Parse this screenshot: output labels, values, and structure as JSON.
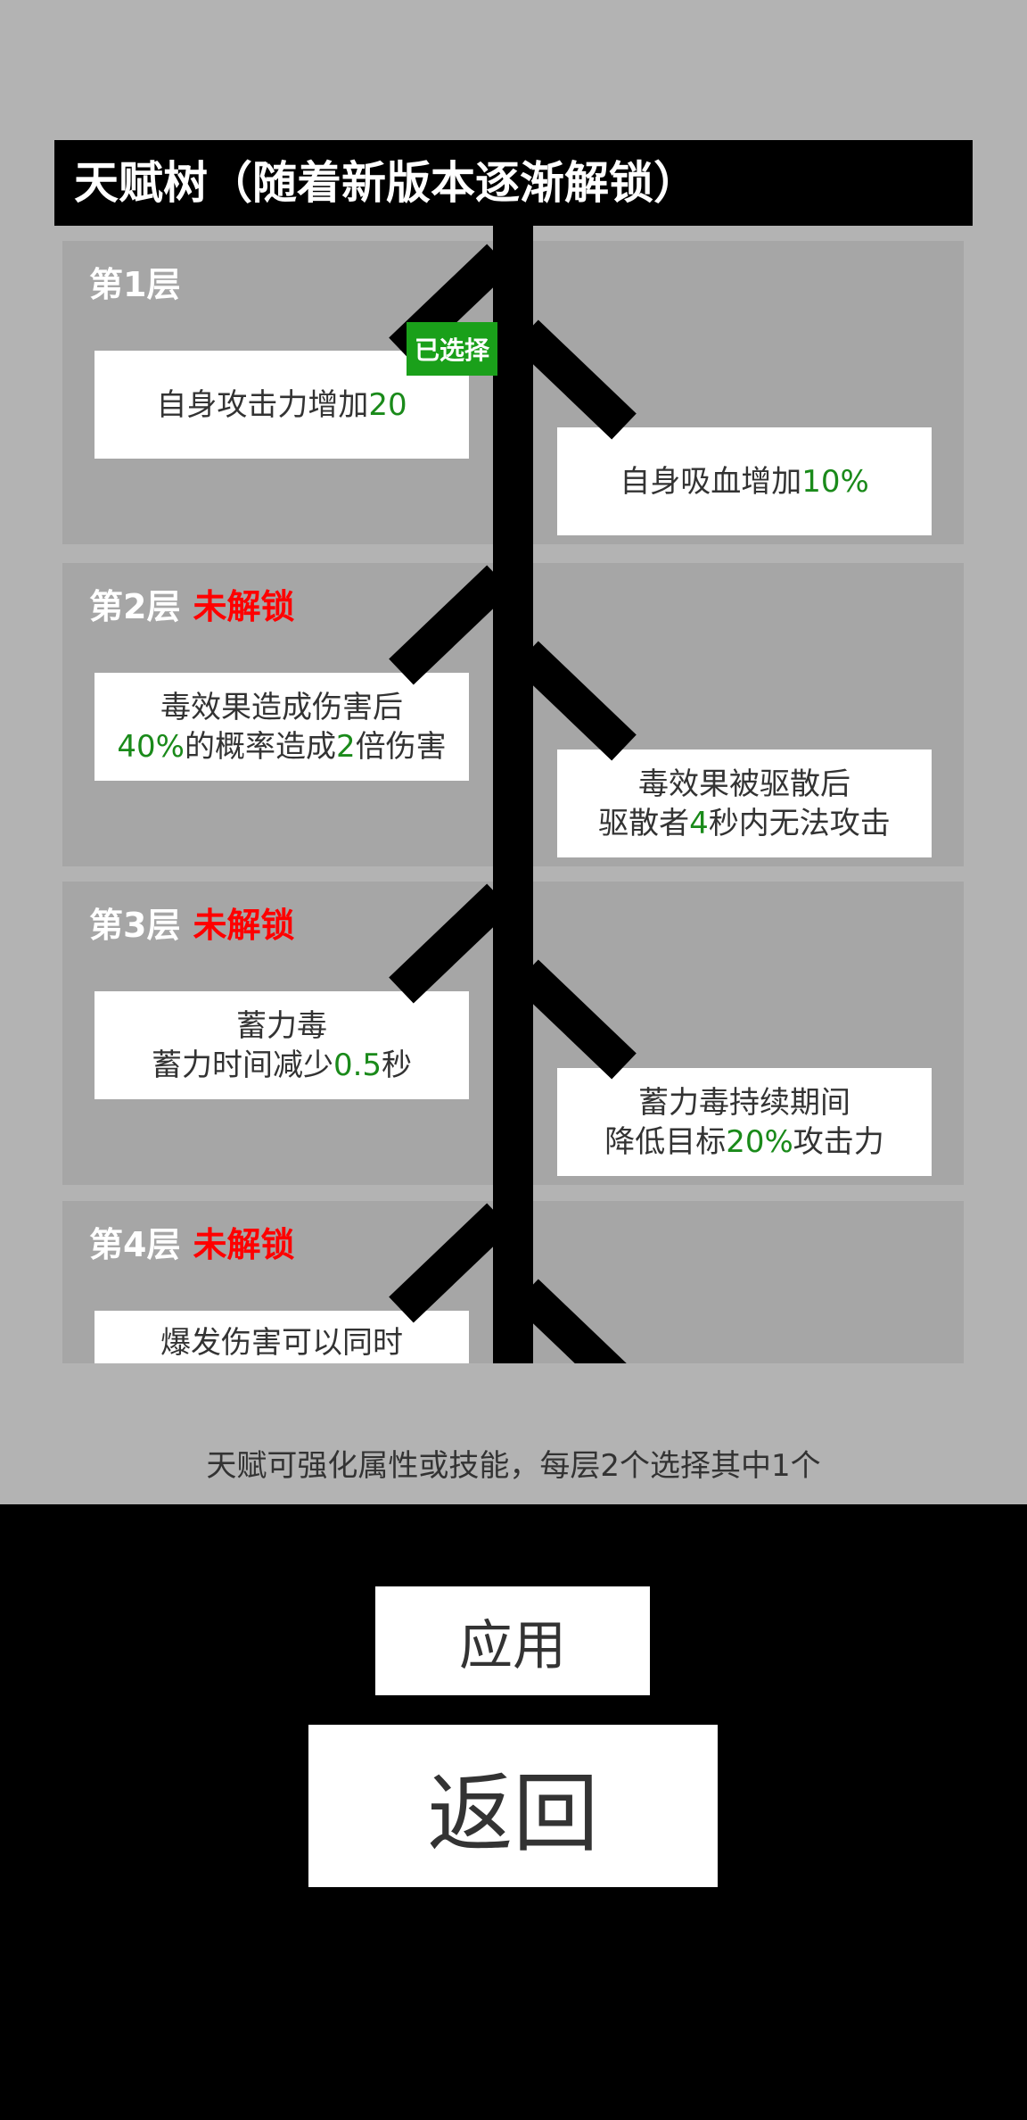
{
  "title": "天赋树（随着新版本逐渐解锁）",
  "colors": {
    "locked": "#ff0000",
    "highlight": "#1a8a1a",
    "badge": "#1aa01a"
  },
  "selected_badge": "已选择",
  "layers": [
    {
      "label": "第1层",
      "locked": "",
      "left": {
        "parts": [
          [
            "自身攻击力增加",
            "20"
          ]
        ]
      },
      "right": {
        "parts": [
          [
            "自身吸血增加",
            "10%"
          ]
        ]
      }
    },
    {
      "label": "第2层",
      "locked": "未解锁",
      "left": {
        "line1": "毒效果造成伤害后",
        "l2a": "40%",
        "l2b": "的概率造成",
        "l2c": "2",
        "l2d": "倍伤害"
      },
      "right": {
        "line1": "毒效果被驱散后",
        "l2a": "驱散者",
        "l2b": "4",
        "l2c": "秒内无法攻击"
      }
    },
    {
      "label": "第3层",
      "locked": "未解锁",
      "left": {
        "line1": "蓄力毒",
        "l2a": "蓄力时间减少",
        "l2b": "0.5",
        "l2c": "秒"
      },
      "right": {
        "line1": "蓄力毒持续期间",
        "l2a": "降低目标",
        "l2b": "20%",
        "l2c": "攻击力"
      }
    },
    {
      "label": "第4层",
      "locked": "未解锁",
      "left": {
        "line1": "爆发伤害可以同时"
      }
    }
  ],
  "footer_text": "天赋可强化属性或技能，每层2个选择其中1个",
  "apply_label": "应用",
  "back_label": "返回"
}
